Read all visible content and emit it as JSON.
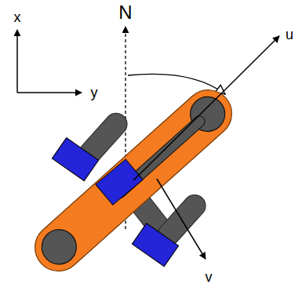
{
  "diagram": {
    "labels": [
      "x",
      "y",
      "N",
      "u",
      "v"
    ]
  }
}
